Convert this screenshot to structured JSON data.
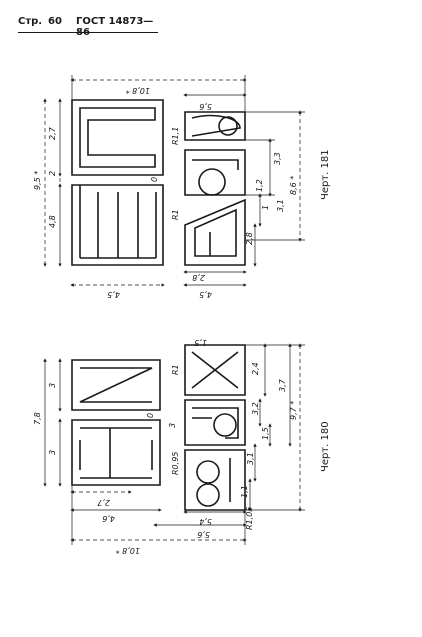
{
  "header": {
    "page_label": "Стр.",
    "page_number": "60",
    "standard": "ГОСТ 14873—86"
  },
  "upper": {
    "caption": "Черт. 181",
    "glyph_rows": {
      "row1": "ШС",
      "row2": "АР2"
    },
    "dims": {
      "total_width": "10,8 *",
      "width_s": "5,6",
      "width_sh": "4,5",
      "width_a": "4,5",
      "width_a_bottom": "2,8",
      "height_total": "9,5 *",
      "h_27": "2,7",
      "h_2": "2",
      "h_48": "4,8",
      "gap_0": "0",
      "r_1_1": "R1,1",
      "r_1": "R1",
      "h_33": "3,3",
      "h_86": "8,6 *",
      "h_12": "1,2",
      "h_31": "3,1",
      "h_1": "1",
      "h_28": "2,8"
    }
  },
  "lower": {
    "caption": "Черт. 180",
    "glyph_rows": {
      "row1": "НИ",
      "row2": "ВЬХ"
    },
    "dims": {
      "total_width": "10,8 *",
      "width_56": "5,6",
      "width_54": "5,4",
      "width_46": "4,6",
      "width_27": "2,7",
      "height_total": "7,8",
      "h_3a": "3",
      "h_3b": "3",
      "h_3c": "3",
      "gap_0": "0",
      "r_1": "R1",
      "r_095": "R0,95",
      "r_105": "R1,05",
      "h_24": "2,4",
      "h_37": "3,7",
      "h_97": "9,7 *",
      "h_32": "3,2",
      "h_15": "1,5",
      "h_31": "3,1",
      "h_11": "1,1",
      "h_15top": "1,5"
    }
  }
}
